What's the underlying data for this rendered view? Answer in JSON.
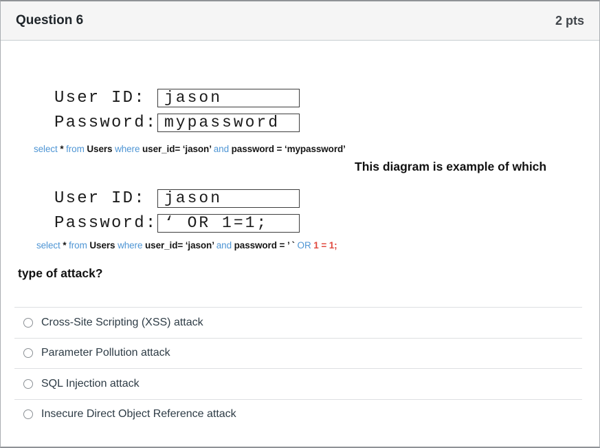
{
  "header": {
    "title": "Question 6",
    "points": "2 pts"
  },
  "diagram": {
    "form1": {
      "user_label": "User ID:",
      "user_value": "jason",
      "pass_label": "Password:",
      "pass_value": "mypassword"
    },
    "sql1": {
      "tokens": [
        {
          "text": "select",
          "style": "kw"
        },
        {
          "text": " * ",
          "style": "plain"
        },
        {
          "text": "from",
          "style": "kw"
        },
        {
          "text": " Users ",
          "style": "plain"
        },
        {
          "text": "where",
          "style": "kw"
        },
        {
          "text": " user_id= ‘jason’ ",
          "style": "plain"
        },
        {
          "text": "and",
          "style": "kw"
        },
        {
          "text": " password = ‘mypassword’",
          "style": "plain"
        }
      ]
    },
    "form2": {
      "user_label": "User ID:",
      "user_value": "jason",
      "pass_label": "Password:",
      "pass_value": "‘ OR 1=1;"
    },
    "sql2": {
      "tokens": [
        {
          "text": "select",
          "style": "kw"
        },
        {
          "text": " * ",
          "style": "plain"
        },
        {
          "text": "from",
          "style": "kw"
        },
        {
          "text": " Users ",
          "style": "plain"
        },
        {
          "text": "where",
          "style": "kw"
        },
        {
          "text": " user_id= ‘jason’ ",
          "style": "plain"
        },
        {
          "text": "and",
          "style": "kw"
        },
        {
          "text": " password = ’ ` ",
          "style": "plain"
        },
        {
          "text": "OR",
          "style": "kw"
        },
        {
          "text": " 1 = 1;",
          "style": "lit"
        }
      ]
    }
  },
  "question": {
    "text_right": "This diagram is example of which",
    "text_left": "type of attack?"
  },
  "options": [
    {
      "label": "Cross-Site Scripting (XSS) attack",
      "selected": false
    },
    {
      "label": "Parameter Pollution attack",
      "selected": false
    },
    {
      "label": "SQL Injection attack",
      "selected": false
    },
    {
      "label": "Insecure Direct Object Reference attack",
      "selected": false
    }
  ],
  "colors": {
    "keyword_blue": "#4e95d4",
    "literal_red": "#e0483e",
    "header_bg": "#f5f5f5"
  }
}
